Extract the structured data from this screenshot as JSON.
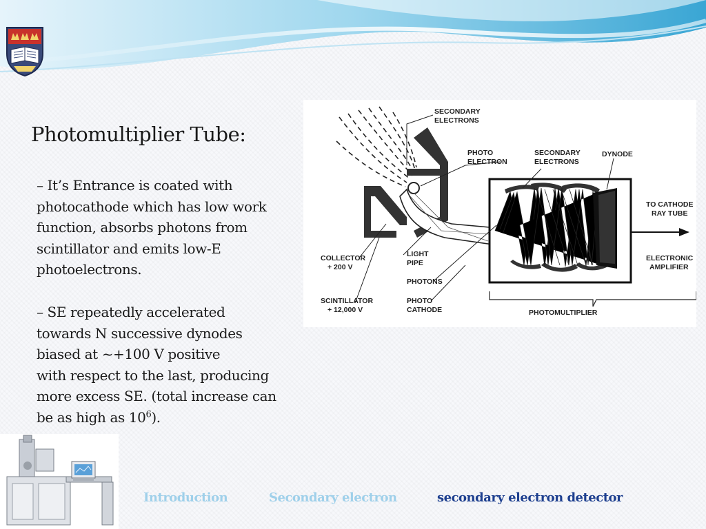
{
  "title": "Photomultiplier Tube:",
  "bullets": [
    {
      "lines": [
        "– It’s Entrance is coated with",
        "photocathode which has low work",
        "function, absorbs photons from",
        "scintillator and emits low-E",
        "photoelectrons."
      ]
    },
    {
      "lines": [
        "– SE repeatedly accelerated",
        "towards N successive dynodes",
        "biased at ~+100 V positive",
        "with respect to the last, producing",
        "more excess SE. (total increase can"
      ],
      "last_line_prefix": "be as high as 10",
      "last_line_sup": "6",
      "last_line_suffix": ")."
    }
  ],
  "diagram": {
    "labels": {
      "secondary_electrons_top": [
        "SECONDARY",
        "ELECTRONS"
      ],
      "photo_electron": [
        "PHOTO",
        "ELECTRON"
      ],
      "secondary_electrons_mid": [
        "SECONDARY",
        "ELECTRONS"
      ],
      "dynode": [
        "DYNODE"
      ],
      "to_cathode_ray_tube": [
        "TO CATHODE",
        "RAY TUBE"
      ],
      "collector": [
        "COLLECTOR",
        "+ 200 V"
      ],
      "light_pipe": [
        "LIGHT",
        "PIPE"
      ],
      "photons": [
        "PHOTONS"
      ],
      "electronic_amplifier": [
        "ELECTRONIC",
        "AMPLIFIER"
      ],
      "scintillator": [
        "SCINTILLATOR",
        "+ 12,000 V"
      ],
      "photo_cathode": [
        "PHOTO",
        "CATHODE"
      ],
      "photomultiplier": [
        "PHOTOMULTIPLIER"
      ]
    }
  },
  "nav": {
    "introduction": "Introduction",
    "secondary_electron": "Secondary electron",
    "secondary_electron_detector": "secondary electron detector"
  },
  "colors": {
    "nav_faded": "#9fd0ea",
    "nav_active": "#1d3f8f",
    "header_wave": "#4fb7dc"
  },
  "icons": {
    "logo": "university-crest-icon",
    "sem_photo": "sem-instrument-photo"
  }
}
